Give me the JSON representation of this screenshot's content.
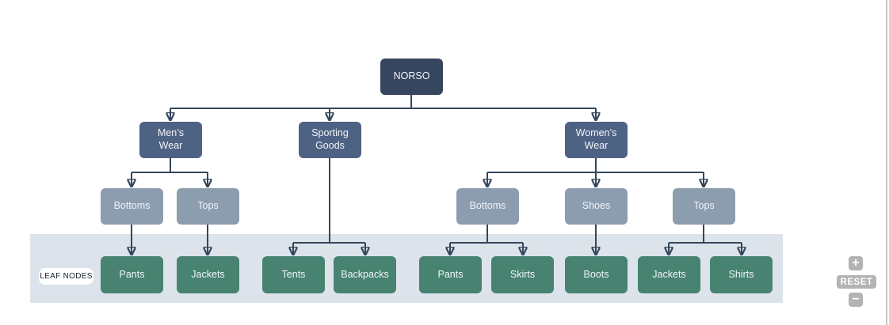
{
  "diagram": {
    "type": "tree",
    "hierarchy": {
      "NORSO": {
        "Men’s Wear": {
          "Bottoms": [
            "Pants"
          ],
          "Tops": [
            "Jackets"
          ]
        },
        "Sporting Goods": [
          "Tents",
          "Backpacks"
        ],
        "Women’s Wear": {
          "Bottoms": [
            "Pants",
            "Skirts"
          ],
          "Shoes": [
            "Boots"
          ],
          "Tops": [
            "Jackets",
            "Shirts"
          ]
        }
      }
    }
  },
  "nodes": {
    "norso": {
      "label": "NORSO"
    },
    "mens_wear": {
      "label": "Men’s\nWear"
    },
    "sporting_goods": {
      "label": "Sporting\nGoods"
    },
    "womens_wear": {
      "label": "Women’s\nWear"
    },
    "bottoms_mens": {
      "label": "Bottoms"
    },
    "tops_mens": {
      "label": "Tops"
    },
    "bottoms_womens": {
      "label": "Bottoms"
    },
    "shoes": {
      "label": "Shoes"
    },
    "tops_womens": {
      "label": "Tops"
    },
    "pants_mens": {
      "label": "Pants"
    },
    "jackets_mens": {
      "label": "Jackets"
    },
    "tents": {
      "label": "Tents"
    },
    "backpacks": {
      "label": "Backpacks"
    },
    "pants_womens": {
      "label": "Pants"
    },
    "skirts": {
      "label": "Skirts"
    },
    "boots": {
      "label": "Boots"
    },
    "jackets_womens": {
      "label": "Jackets"
    },
    "shirts": {
      "label": "Shirts"
    }
  },
  "band": {
    "label": "LEAF NODES"
  },
  "controls": {
    "zoom_in_label": "+",
    "reset_label": "RESET",
    "zoom_out_label": "−"
  },
  "colors": {
    "root_node": "#36465e",
    "branch_node": "#4e6283",
    "group_node": "#8c9db0",
    "leaf_node": "#478370",
    "leaf_band": "#dde3ea",
    "connector": "#33475c",
    "control_gray": "#b3b3b3"
  }
}
